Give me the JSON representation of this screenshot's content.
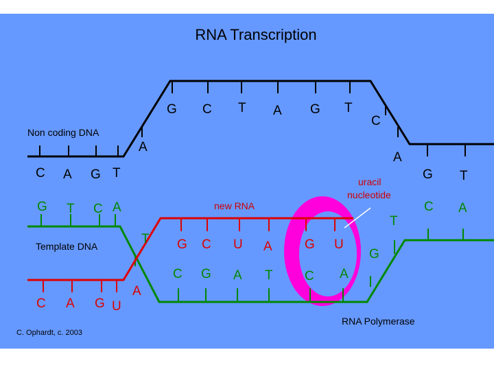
{
  "title": "RNA Transcription",
  "colors": {
    "background": "#6699ff",
    "dna_black": "#000000",
    "dna_green": "#008800",
    "rna_red": "#dd0000",
    "highlight": "#ff00dd",
    "label_text": "#000000",
    "annot_red": "#cc0000"
  },
  "labels": {
    "non_coding": "Non coding DNA",
    "template": "Template DNA",
    "new_rna": "new RNA",
    "uracil_line1": "uracil",
    "uracil_line2": "nucleotide",
    "polymerase": "RNA Polymerase",
    "credit": "C. Ophardt, c. 2003"
  },
  "bases": {
    "noncoding_left": [
      "C",
      "A",
      "G",
      "T"
    ],
    "noncoding_slope": "A",
    "noncoding_top": [
      "G",
      "C",
      "T",
      "A",
      "G",
      "T"
    ],
    "noncoding_right_slope": [
      "C",
      "A"
    ],
    "noncoding_right": [
      "G",
      "T"
    ],
    "template_left_top": [
      "G",
      "T",
      "C",
      "A"
    ],
    "template_slope": "T",
    "template_right": [
      "C",
      "A"
    ],
    "template_right_slope": "T",
    "rna_bottom_left": [
      "C",
      "A",
      "G",
      "U"
    ],
    "rna_bottom_slope": "A",
    "rna_top": [
      "G",
      "C",
      "U",
      "A",
      "G",
      "U"
    ],
    "template_bottom": [
      "C",
      "G",
      "A",
      "T",
      "C",
      "A"
    ],
    "template_bottom_slope": "G"
  }
}
